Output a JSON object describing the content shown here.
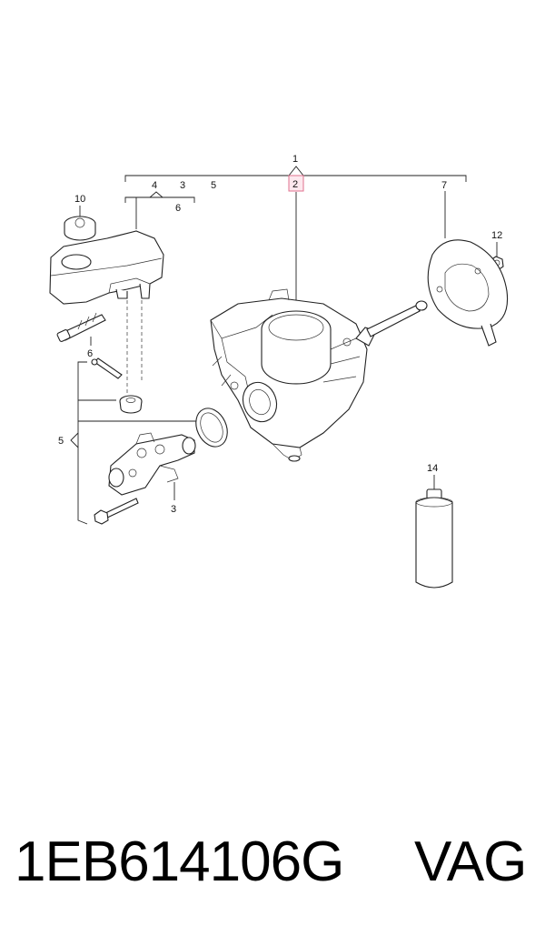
{
  "callouts": {
    "c1": "1",
    "c2": "2",
    "c3a": "3",
    "c3b": "3",
    "c4": "4",
    "c5a": "5",
    "c5b": "5",
    "c6a": "6",
    "c6b": "6",
    "c7": "7",
    "c10": "10",
    "c12": "12",
    "c14": "14"
  },
  "highlight_color": "#e0728f",
  "footer": {
    "part_number": "1EB614106G",
    "brand": "VAG"
  }
}
